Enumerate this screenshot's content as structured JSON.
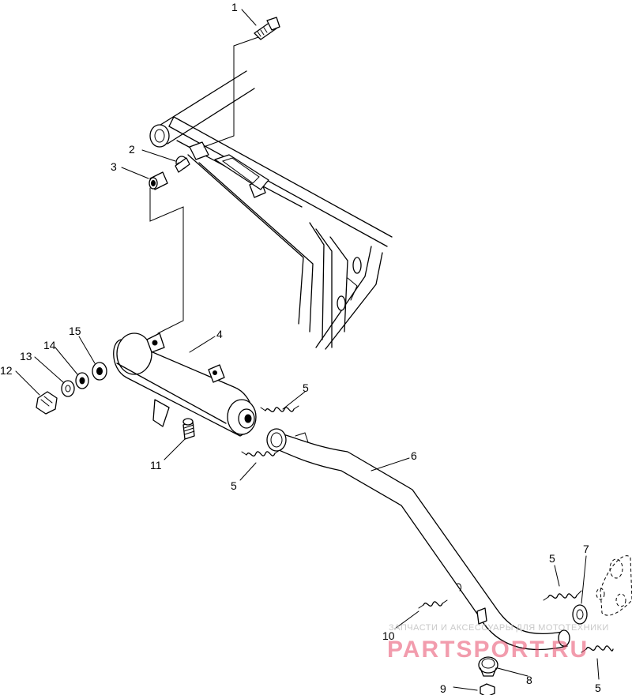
{
  "callouts": {
    "c1": "1",
    "c2": "2",
    "c3": "3",
    "c4": "4",
    "c5a": "5",
    "c5b": "5",
    "c5c": "5",
    "c5d": "5",
    "c6": "6",
    "c7": "7",
    "c8": "8",
    "c9": "9",
    "c10": "10",
    "c11": "11",
    "c12": "12",
    "c13": "13",
    "c14": "14",
    "c15": "15"
  },
  "watermark": {
    "tagline": "ЗАПЧАСТИ И АКСЕССУАРЫ ДЛЯ МОТОТЕХНИКИ",
    "brand": "PARTSPORT.RU"
  }
}
